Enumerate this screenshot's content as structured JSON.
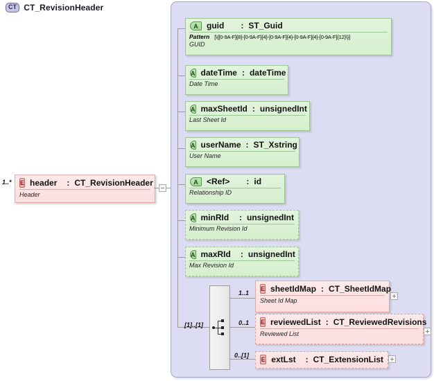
{
  "diagram": {
    "title": "CT_RevisionHeader",
    "type_badge": "CT",
    "attribute_badge": "A",
    "element_badge": "E"
  },
  "root_element": {
    "name": "header",
    "type_sep": ":",
    "type": "CT_RevisionHeader",
    "doc": "Header",
    "cardinality": "1..*",
    "collapse_icon": "minus-box"
  },
  "attributes": [
    {
      "name": "guid",
      "type_sep": ":",
      "type": "ST_Guid",
      "facet_label": "Pattern",
      "facet_value": "[\\{[0-9A-F]{8}-[0-9A-F]{4}-[0-9A-F]{4}-[0-9A-F]{4}-[0-9A-F]{12}\\}]",
      "doc": "GUID",
      "required": true
    },
    {
      "name": "dateTime",
      "type_sep": ":",
      "type": "dateTime",
      "doc": "Date Time",
      "required": true
    },
    {
      "name": "maxSheetId",
      "type_sep": ":",
      "type": "unsignedInt",
      "doc": "Last Sheet Id",
      "required": true
    },
    {
      "name": "userName",
      "type_sep": ":",
      "type": "ST_Xstring",
      "doc": "User Name",
      "required": true
    },
    {
      "name": "<Ref>",
      "type_sep": ":",
      "type": "id",
      "doc": "Relationship ID",
      "required": true
    },
    {
      "name": "minRId",
      "type_sep": ":",
      "type": "unsignedInt",
      "doc": "Minimum Revision Id",
      "required": false
    },
    {
      "name": "maxRId",
      "type_sep": ":",
      "type": "unsignedInt",
      "doc": "Max Revision Id",
      "required": false
    }
  ],
  "sequence": {
    "cardinality": "[1]..[1]",
    "icon": "sequence-compositor"
  },
  "child_elements": [
    {
      "name": "sheetIdMap",
      "type_sep": ":",
      "type": "CT_SheetIdMap",
      "doc": "Sheet Id Map",
      "cardinality": "1..1",
      "required": true,
      "expand_icon": "plus-box"
    },
    {
      "name": "reviewedList",
      "type_sep": ":",
      "type": "CT_ReviewedRevisions",
      "doc": "Reviewed List",
      "cardinality": "0..1",
      "required": false,
      "expand_icon": "plus-box"
    },
    {
      "name": "extLst",
      "type_sep": ":",
      "type": "CT_ExtensionList",
      "doc": "",
      "cardinality": "0..[1]",
      "required": false,
      "expand_icon": "plus-box"
    }
  ],
  "colors": {
    "container_bg": "#dcdcf2",
    "attribute_bg": "#d9f0d2",
    "element_bg": "#fbdede",
    "connector": "#9a9a9a"
  }
}
